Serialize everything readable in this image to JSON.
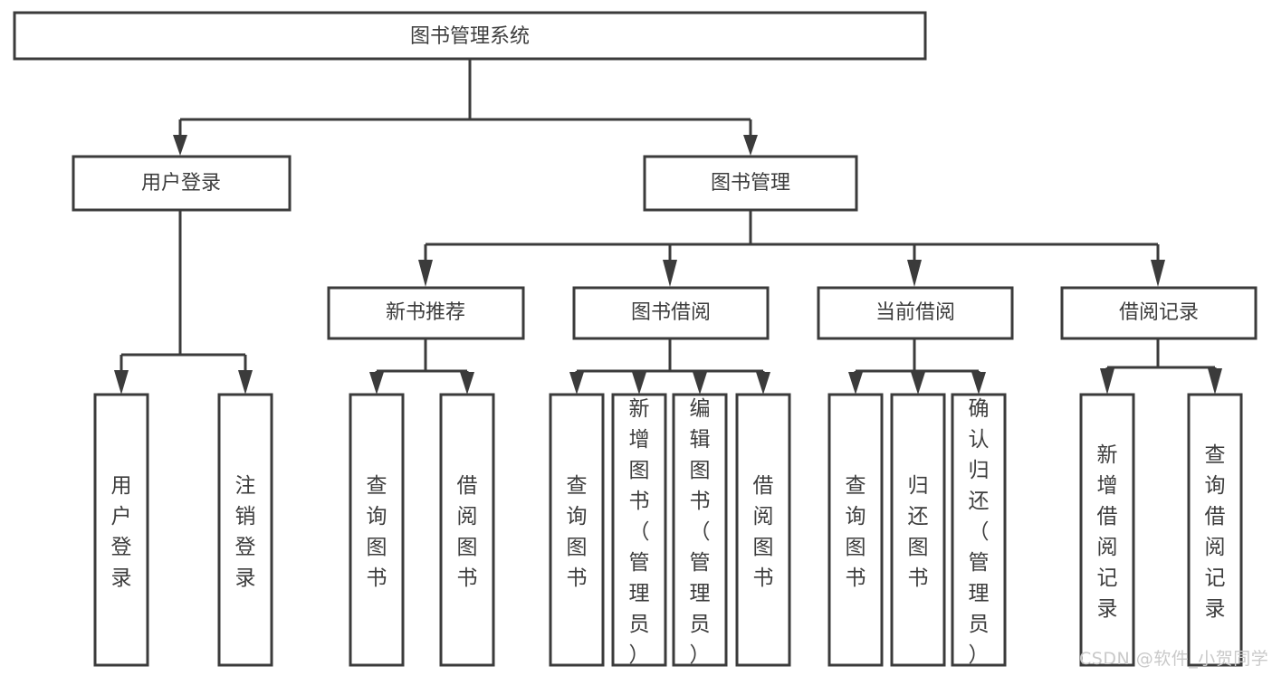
{
  "diagram": {
    "type": "tree",
    "title": "图书管理系统",
    "orientation": "top-down",
    "levels": 4,
    "colors": {
      "stroke": "#3b3b3b",
      "box_fill": "#ffffff",
      "text": "#3d3d3d",
      "background": "#ffffff",
      "watermark": "#c9c9c9"
    }
  },
  "root": {
    "label": "图书管理系统"
  },
  "level2": [
    {
      "label": "用户登录"
    },
    {
      "label": "图书管理"
    }
  ],
  "level3": [
    {
      "label": "新书推荐"
    },
    {
      "label": "图书借阅"
    },
    {
      "label": "当前借阅"
    },
    {
      "label": "借阅记录"
    }
  ],
  "leaves": {
    "user_login": [
      {
        "label": "用户登录"
      },
      {
        "label": "注销登录"
      }
    ],
    "new_book_recommend": [
      {
        "label": "查询图书"
      },
      {
        "label": "借阅图书"
      }
    ],
    "book_borrow": [
      {
        "label": "查询图书"
      },
      {
        "label": "新增图书（管理员）"
      },
      {
        "label": "编辑图书（管理员）"
      },
      {
        "label": "借阅图书"
      }
    ],
    "current_borrow": [
      {
        "label": "查询图书"
      },
      {
        "label": "归还图书"
      },
      {
        "label": "确认归还（管理员）"
      }
    ],
    "borrow_record": [
      {
        "label": "新增借阅记录"
      },
      {
        "label": "查询借阅记录"
      }
    ]
  },
  "watermark": {
    "text": "CSDN @软件_小贺同学"
  }
}
